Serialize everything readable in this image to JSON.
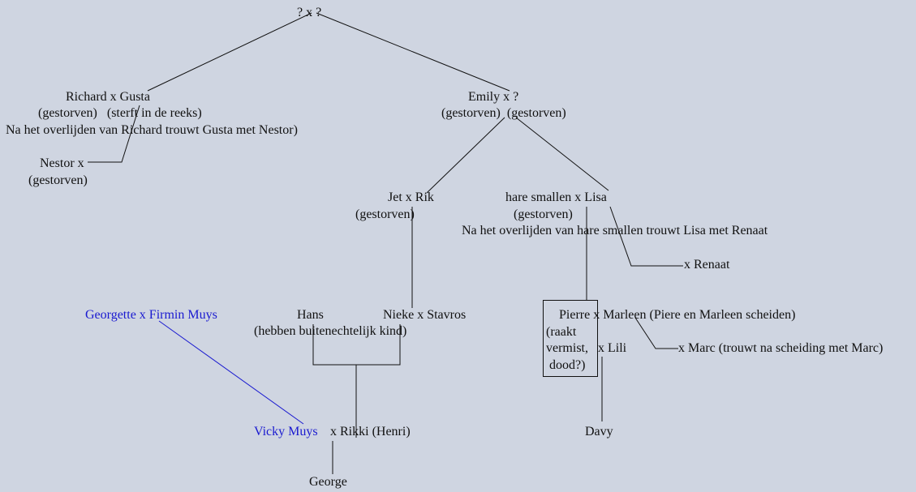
{
  "nodes": {
    "root": "? x ?",
    "richard_gusta": "Richard x Gusta",
    "richard_gusta_status": "(gestorven)   (sterft in de reeks)",
    "richard_note": "Na het overlijden van Richard trouwt Gusta met Nestor)",
    "nestor": "Nestor x",
    "nestor_status": "(gestorven)",
    "emily": "Emily x ?",
    "emily_status": "(gestorven)  (gestorven)",
    "jet_rik": "Jet x Rik",
    "jet_status": "(gestorven)",
    "smallen_lisa": "hare smallen x Lisa",
    "smallen_status": "(gestorven)",
    "smallen_note": "Na het overlijden van hare smallen trouwt Lisa met Renaat",
    "renaat": "x Renaat",
    "georgette_firmin": "Georgette x Firmin Muys",
    "hans": "Hans",
    "nieke_stavros": "Nieke x Stavros",
    "hans_note": "(hebben buitenechtelijk kind)",
    "pierre_marleen": "Pierre x Marleen (Piere en Marleen scheiden)",
    "pierre_status_1": "(raakt",
    "pierre_status_2": "vermist,",
    "pierre_status_3": "dood?)",
    "lili": "x Lili",
    "marc": "x Marc (trouwt na scheiding met Marc)",
    "vicky": "Vicky Muys",
    "rikki": "x Rikki (Henri)",
    "davy": "Davy",
    "george": "George"
  },
  "colors": {
    "line": "#111111",
    "highlight": "#1a1ad0",
    "background": "#cfd5e1"
  }
}
